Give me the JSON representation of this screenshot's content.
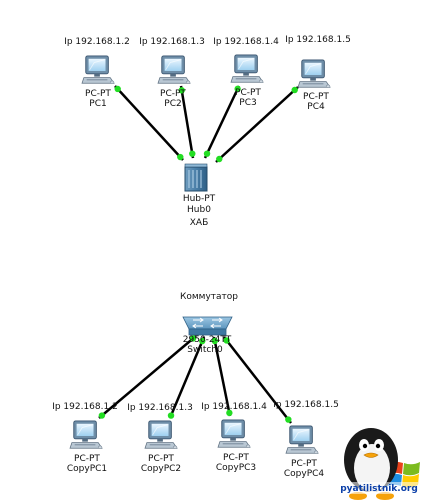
{
  "hub_network": {
    "devices": [
      {
        "ip": "Ip 192.168.1.2",
        "model": "PC-PT",
        "name": "PC1"
      },
      {
        "ip": "Ip 192.168.1.3",
        "model": "PC-PT",
        "name": "PC2"
      },
      {
        "ip": "Ip 192.168.1.4",
        "model": "PC-PT",
        "name": "PC3"
      },
      {
        "ip": "Ip 192.168.1.5",
        "model": "PC-PT",
        "name": "PC4"
      }
    ],
    "hub": {
      "model": "Hub-PT",
      "name": "Hub0",
      "caption": "ХАБ"
    }
  },
  "switch_network": {
    "title": "Коммутатор",
    "switch": {
      "model": "2950-24TT",
      "name": "Switch0"
    },
    "devices": [
      {
        "ip": "Ip 192.168.1.2",
        "model": "PC-PT",
        "name": "CopyPC1"
      },
      {
        "ip": "Ip 192.168.1.3",
        "model": "PC-PT",
        "name": "CopyPC2"
      },
      {
        "ip": "Ip 192.168.1.4",
        "model": "PC-PT",
        "name": "CopyPC3"
      },
      {
        "ip": "Ip 192.168.1.5",
        "model": "PC-PT",
        "name": "CopyPC4"
      }
    ]
  },
  "watermark": {
    "text": "pyatilistnik.org"
  },
  "colors": {
    "link": "#000000",
    "port_up": "#22dd22",
    "pc_body": "#5a8db4",
    "switch_body": "#4f8fb8"
  }
}
